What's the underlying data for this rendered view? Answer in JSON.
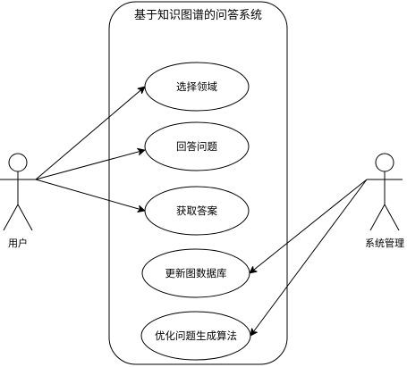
{
  "system": {
    "title": "基于知识图谱的问答系统"
  },
  "actors": {
    "user": {
      "label": "用户"
    },
    "admin": {
      "label": "系统管理"
    }
  },
  "use_cases": [
    {
      "label": "选择领域"
    },
    {
      "label": "回答问题"
    },
    {
      "label": "获取答案"
    },
    {
      "label": "更新图数据库"
    },
    {
      "label": "优化问题生成算法"
    }
  ],
  "colors": {
    "stroke": "#000000",
    "fill": "#ffffff",
    "text": "#000000"
  }
}
